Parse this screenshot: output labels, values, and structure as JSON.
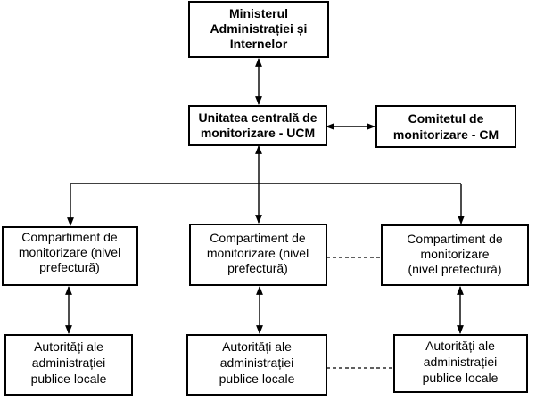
{
  "nodes": {
    "ministry": {
      "lines": [
        "Ministerul",
        "Administrației și",
        "Internelor"
      ]
    },
    "ucm": {
      "lines": [
        "Unitatea centrală de",
        "monitorizare - UCM"
      ]
    },
    "cm": {
      "lines": [
        "Comitetul de",
        "monitorizare - CM"
      ]
    },
    "comp_left": {
      "lines": [
        "Compartiment de",
        "monitorizare (nivel",
        "prefectură)"
      ]
    },
    "comp_mid": {
      "lines": [
        "Compartiment de",
        "monitorizare (nivel",
        "prefectură)"
      ]
    },
    "comp_right": {
      "lines": [
        "Compartiment de",
        "monitorizare",
        "(nivel prefectură)"
      ]
    },
    "auth_left": {
      "lines": [
        "Autorități ale",
        "administrației",
        "publice locale"
      ]
    },
    "auth_mid": {
      "lines": [
        "Autorități ale",
        "administrației",
        "publice locale"
      ]
    },
    "auth_right": {
      "lines": [
        "Autorități ale",
        "administrației",
        "publice locale"
      ]
    }
  }
}
